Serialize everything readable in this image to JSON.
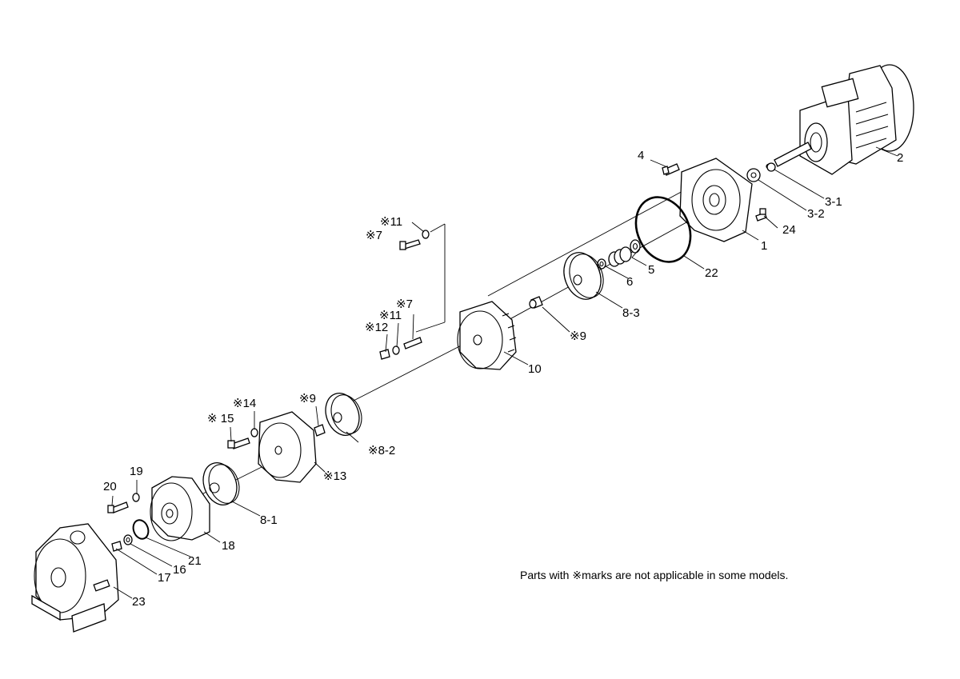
{
  "labels": {
    "p1": "1",
    "p2": "2",
    "p3_1": "3-1",
    "p3_2": "3-2",
    "p4": "4",
    "p5": "5",
    "p6": "6",
    "p7a": "※7",
    "p7b": "※7",
    "p8_1": "8-1",
    "p8_2": "※8-2",
    "p8_3": "8-3",
    "p9a": "※9",
    "p9b": "※9",
    "p10": "10",
    "p11a": "※11",
    "p11b": "※11",
    "p12": "※12",
    "p13": "※13",
    "p14": "※14",
    "p15": "※ 15",
    "p16": "16",
    "p17": "17",
    "p18": "18",
    "p19": "19",
    "p20": "20",
    "p21": "21",
    "p22": "22",
    "p23": "23",
    "p24": "24"
  },
  "note": "Parts with ※marks are not applicable in some models."
}
